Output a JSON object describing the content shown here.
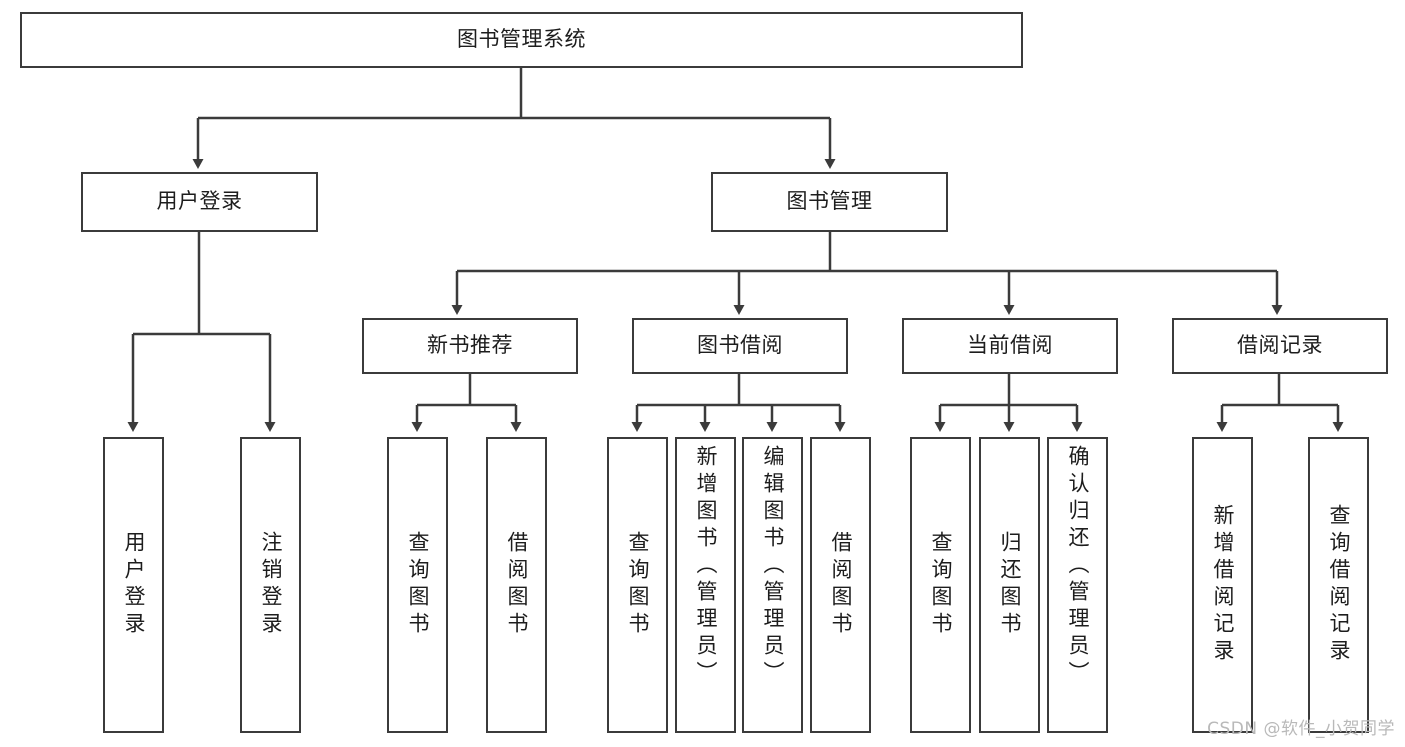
{
  "diagram": {
    "type": "tree-hierarchy",
    "title": "图书管理系统",
    "colors": {
      "background": "#ffffff",
      "stroke": "#3b3b3b",
      "text": "#1d1d1d",
      "watermark": "#b9b9b9"
    },
    "root": {
      "label": "图书管理系统"
    },
    "level2": [
      {
        "label": "用户登录"
      },
      {
        "label": "图书管理"
      }
    ],
    "level3": [
      {
        "label": "新书推荐"
      },
      {
        "label": "图书借阅"
      },
      {
        "label": "当前借阅"
      },
      {
        "label": "借阅记录"
      }
    ],
    "leaves": {
      "user_login": [
        {
          "label": "用户登录"
        },
        {
          "label": "注销登录"
        }
      ],
      "new_book": [
        {
          "label": "查询图书"
        },
        {
          "label": "借阅图书"
        }
      ],
      "borrow": [
        {
          "label": "查询图书"
        },
        {
          "label": "新增图书（管理员）"
        },
        {
          "label": "编辑图书（管理员）"
        },
        {
          "label": "借阅图书"
        }
      ],
      "current": [
        {
          "label": "查询图书"
        },
        {
          "label": "归还图书"
        },
        {
          "label": "确认归还（管理员）"
        }
      ],
      "records": [
        {
          "label": "新增借阅记录"
        },
        {
          "label": "查询借阅记录"
        }
      ]
    },
    "watermark": "CSDN @软件_小贺同学"
  }
}
